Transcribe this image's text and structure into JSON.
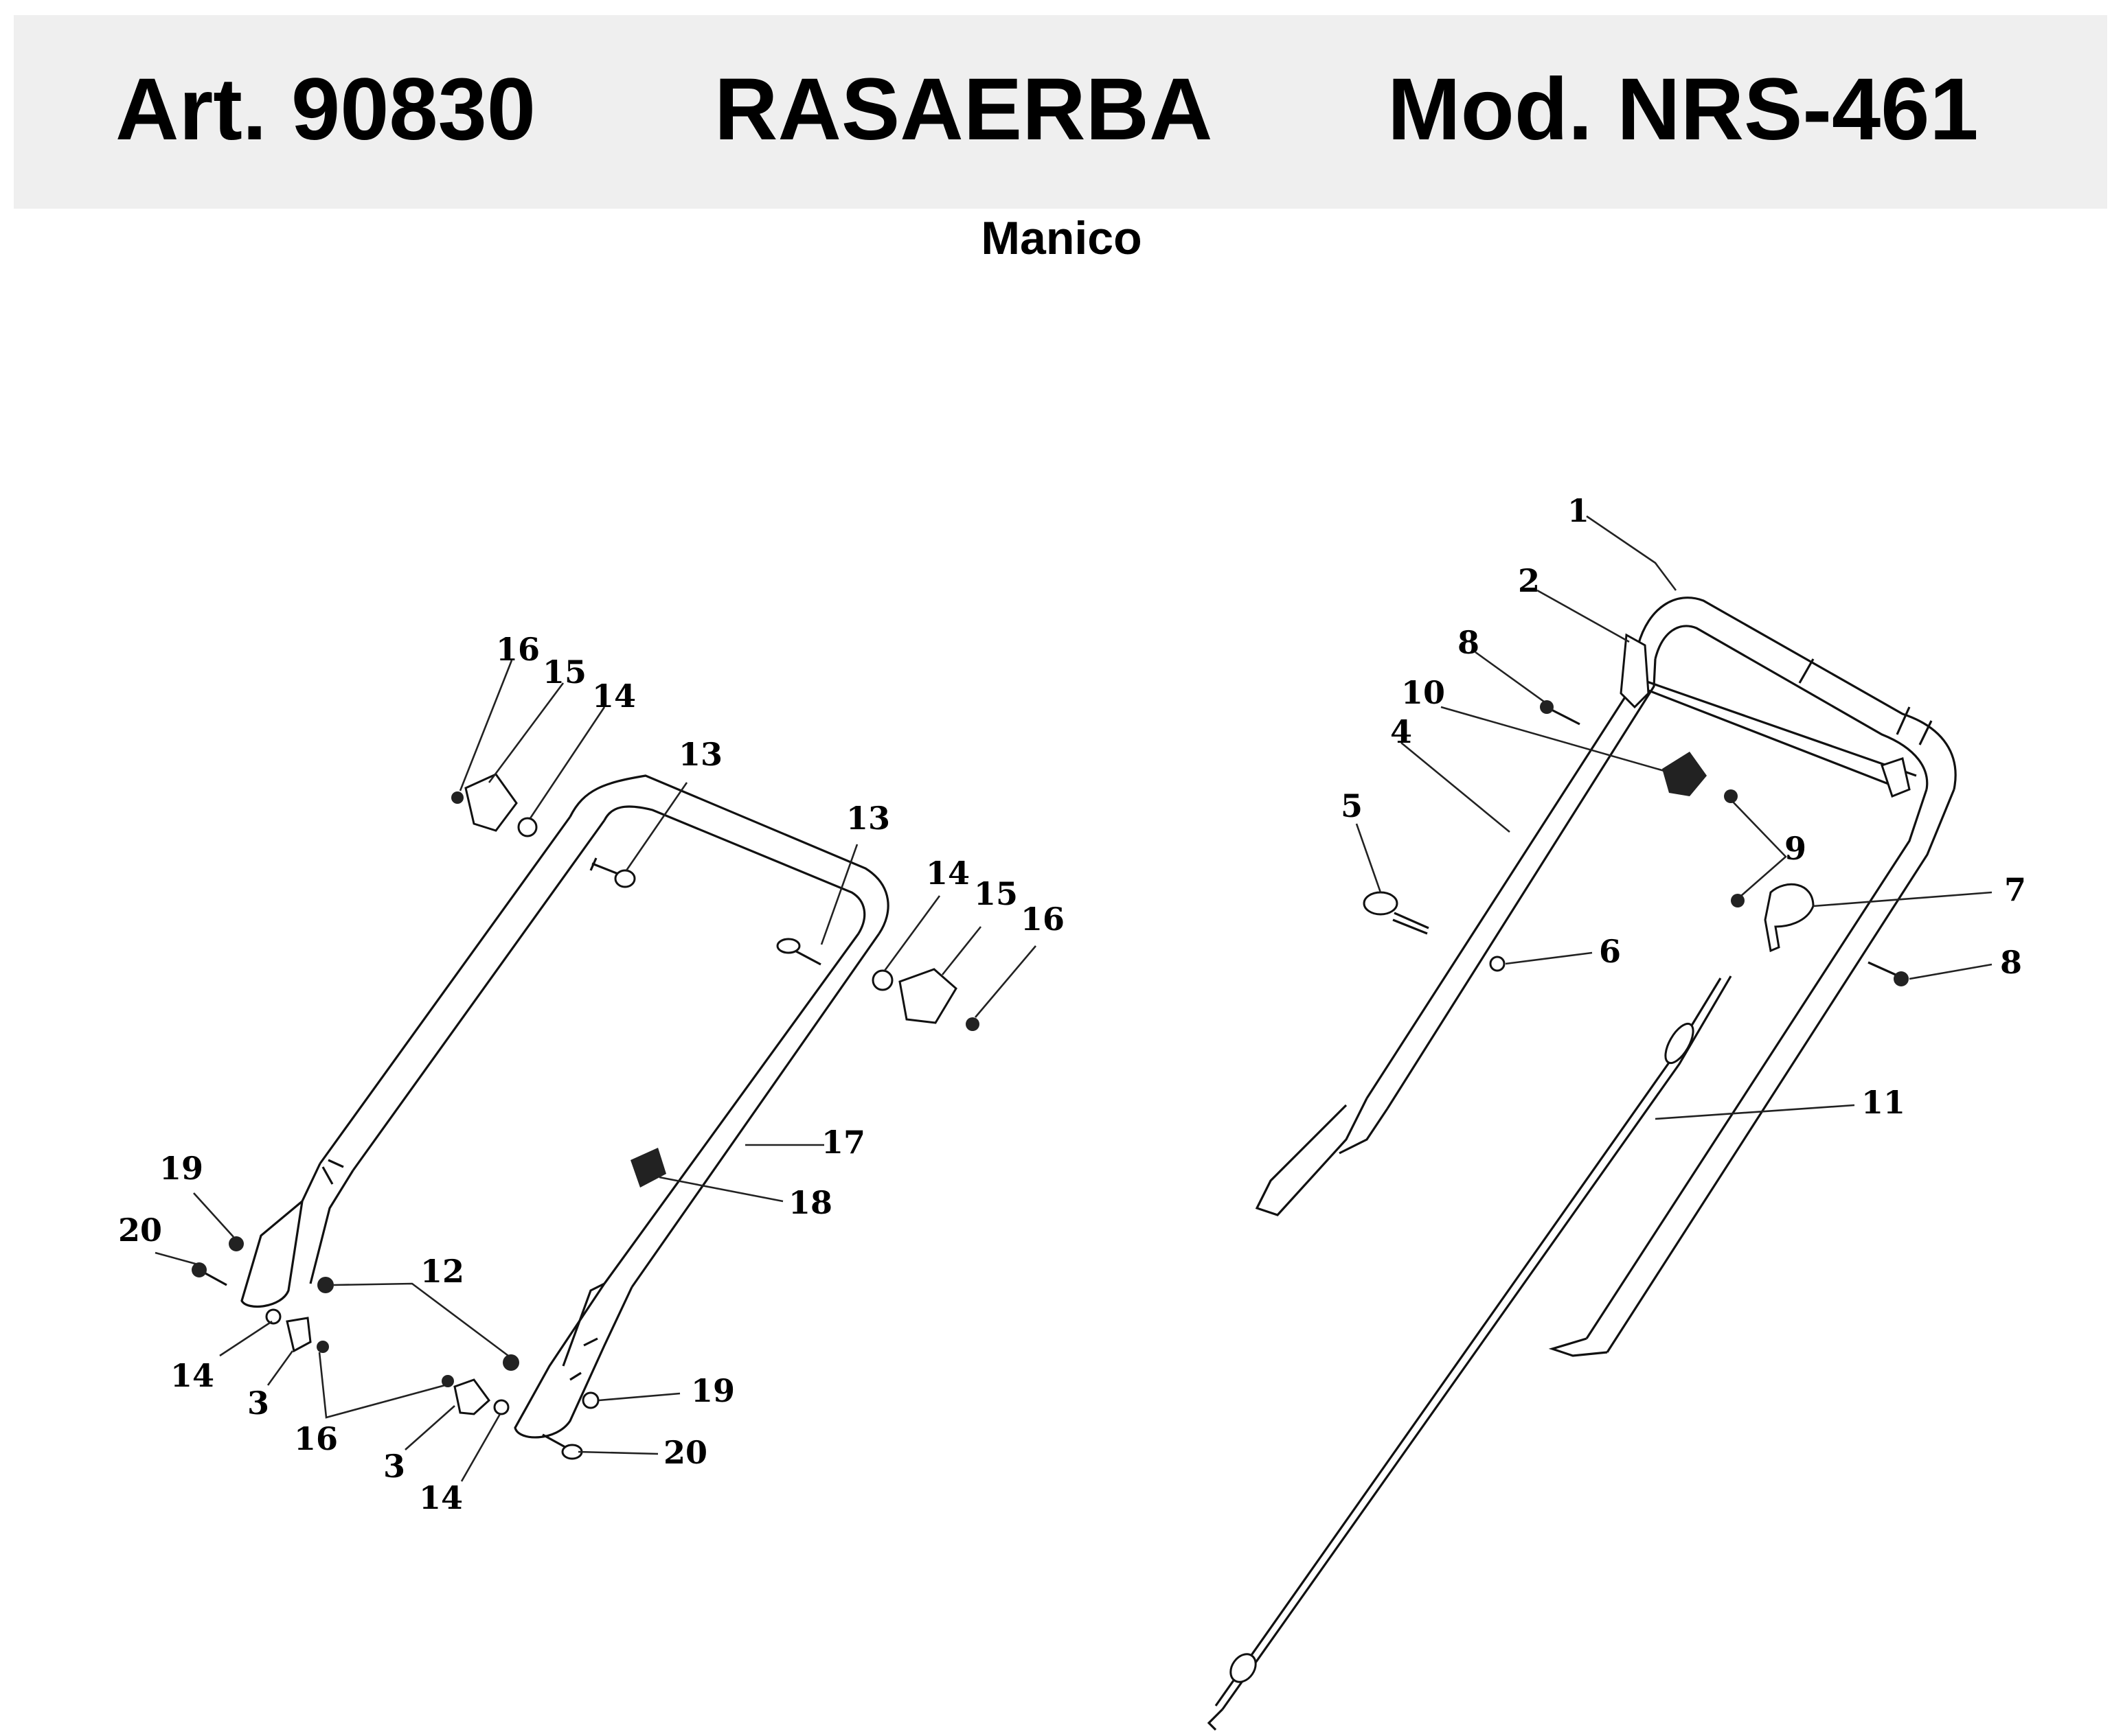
{
  "header": {
    "article": "Art. 90830",
    "product": "RASAERBA",
    "model": "Mod. NRS-461"
  },
  "subtitle": "Manico",
  "callouts": [
    {
      "id": "c16-top",
      "label": "16"
    },
    {
      "id": "c15-top",
      "label": "15"
    },
    {
      "id": "c14-top",
      "label": "14"
    },
    {
      "id": "c13-left",
      "label": "13"
    },
    {
      "id": "c13-right",
      "label": "13"
    },
    {
      "id": "c14-right",
      "label": "14"
    },
    {
      "id": "c15-right",
      "label": "15"
    },
    {
      "id": "c16-right",
      "label": "16"
    },
    {
      "id": "c17",
      "label": "17"
    },
    {
      "id": "c18",
      "label": "18"
    },
    {
      "id": "c19-left",
      "label": "19"
    },
    {
      "id": "c20-left",
      "label": "20"
    },
    {
      "id": "c12",
      "label": "12"
    },
    {
      "id": "c14-left",
      "label": "14"
    },
    {
      "id": "c3-left",
      "label": "3"
    },
    {
      "id": "c16-bottom",
      "label": "16"
    },
    {
      "id": "c19-right",
      "label": "19"
    },
    {
      "id": "c3-bottom",
      "label": "3"
    },
    {
      "id": "c14-bottom",
      "label": "14"
    },
    {
      "id": "c20-right",
      "label": "20"
    },
    {
      "id": "c1",
      "label": "1"
    },
    {
      "id": "c2",
      "label": "2"
    },
    {
      "id": "c8-left",
      "label": "8"
    },
    {
      "id": "c10",
      "label": "10"
    },
    {
      "id": "c4",
      "label": "4"
    },
    {
      "id": "c5",
      "label": "5"
    },
    {
      "id": "c9",
      "label": "9"
    },
    {
      "id": "c7",
      "label": "7"
    },
    {
      "id": "c6",
      "label": "6"
    },
    {
      "id": "c8-right",
      "label": "8"
    },
    {
      "id": "c11",
      "label": "11"
    }
  ]
}
